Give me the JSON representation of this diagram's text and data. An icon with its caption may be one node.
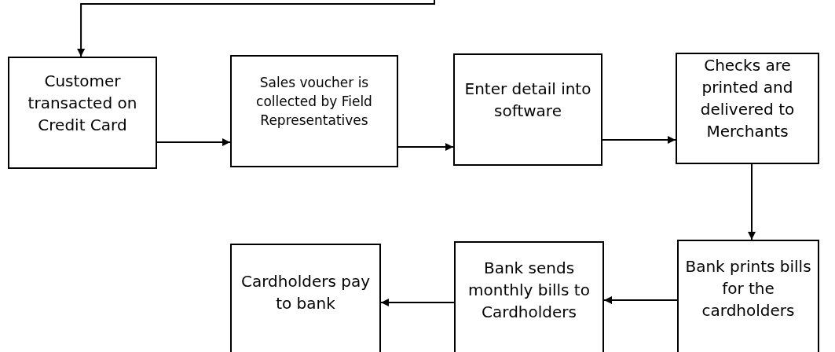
{
  "diagram": {
    "nodes": [
      {
        "text": [
          "Customer transacted on Credit Card"
        ]
      },
      {
        "text": [
          "Sales voucher is collected by Field Representatives"
        ]
      },
      {
        "text": [
          "Enter detail into software"
        ]
      },
      {
        "text": [
          "Checks are printed and delivered to Merchants"
        ]
      },
      {
        "text": [
          "Cardholders pay to bank"
        ]
      },
      {
        "text": [
          "Bank sends monthly bills to Cardholders"
        ]
      },
      {
        "text": [
          "Bank prints bills for the cardholders"
        ]
      }
    ],
    "edges": [
      {
        "from": null,
        "to": 0,
        "arrow": "to"
      },
      {
        "from": 0,
        "to": 1,
        "arrow": "to"
      },
      {
        "from": 1,
        "to": 2,
        "arrow": "to"
      },
      {
        "from": 2,
        "to": 3,
        "arrow": "to"
      },
      {
        "from": 3,
        "to": 6,
        "arrow": "to"
      },
      {
        "from": 6,
        "to": 5,
        "arrow": "to"
      },
      {
        "from": 5,
        "to": 4,
        "arrow": "to"
      }
    ]
  }
}
